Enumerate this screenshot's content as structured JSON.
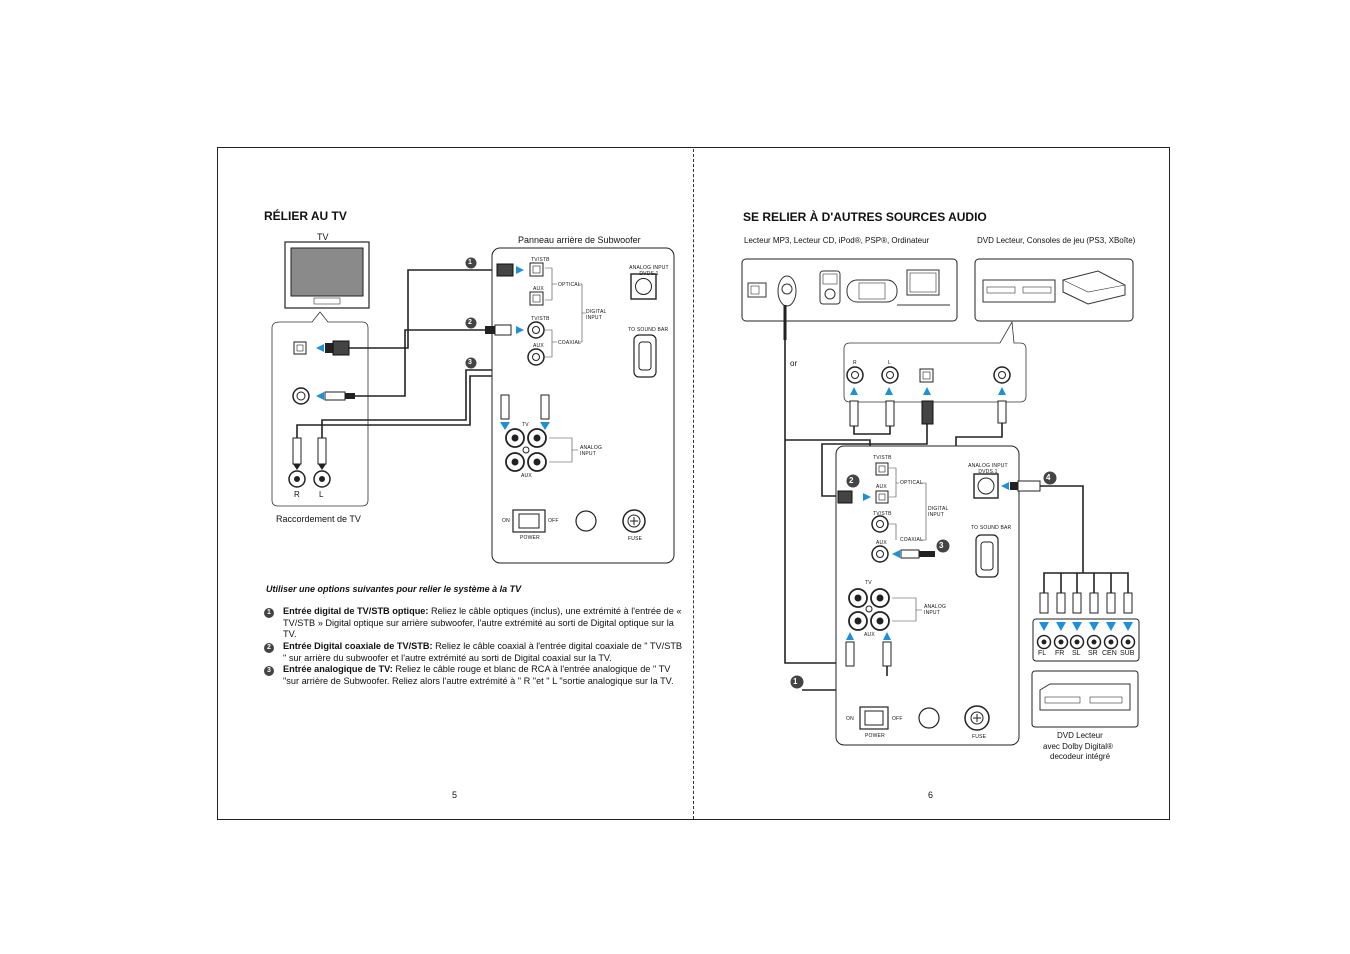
{
  "left": {
    "title": "RÉLIER AU TV",
    "tv_label": "TV",
    "sub_panel_label": "Panneau arrière de Subwoofer",
    "tv_conn_caption": "Raccordement de TV",
    "r_label": "R",
    "l_label": "L",
    "badges": [
      "1",
      "2",
      "3"
    ],
    "panel": {
      "tvstb": "TV/STB",
      "aux": "AUX",
      "optical": "OPTICAL",
      "coaxial": "COAXIAL",
      "digital_input": "DIGITAL INPUT",
      "analog_input_dvds": "ANALOG INPUT DVDS.1",
      "to_sound_bar": "TO SOUND BAR",
      "tv": "TV",
      "analog_input": "ANALOG INPUT",
      "on": "ON",
      "off": "OFF",
      "power": "POWER",
      "fuse": "FUSE"
    },
    "intro": "Utiliser une options suivantes pour relier le système à la TV",
    "items": [
      {
        "num": "1",
        "bold": "Entrée digital de TV/STB optique:",
        "text": " Reliez le câble optiques (inclus), une extrémité à l'entrée de « TV/STB » Digital optique sur arrière subwoofer, l'autre extrémité au sorti de Digital optique sur la TV."
      },
      {
        "num": "2",
        "bold": "Entrée Digital coaxiale de TV/STB:",
        "text": " Reliez le câble coaxial à l'entrée digital coaxiale de \" TV/STB \" sur arrière du subwoofer et l'autre extrémité au sorti de Digital coaxial sur la TV."
      },
      {
        "num": "3",
        "bold": "Entrée analogique de TV:",
        "text": " Reliez le câble rouge et blanc de RCA à l'entrée analogique de \" TV \"sur arrière de Subwoofer. Reliez alors l'autre extrémité à \" R \"et \" L \"sortie analogique sur la TV."
      }
    ],
    "page_number": "5"
  },
  "right": {
    "title": "SE RELIER À D'AUTRES SOURCES AUDIO",
    "sources_left": "Lecteur MP3, Lecteur CD, iPod®, PSP®, Ordinateur",
    "sources_right": "DVD Lecteur, Consoles de jeu (PS3, XBoîte)",
    "or_label": "or",
    "r_label": "R",
    "l_label": "L",
    "badges": [
      "1",
      "2",
      "3",
      "4"
    ],
    "channels": [
      "FL",
      "FR",
      "SL",
      "SR",
      "CEN",
      "SUB"
    ],
    "dvd_caption": [
      "DVD Lecteur",
      "avec Dolby Digital®",
      "decodeur intégré"
    ],
    "panel": {
      "tvstb": "TV/STB",
      "aux": "AUX",
      "optical": "OPTICAL",
      "coaxial": "COAXIAL",
      "digital_input": "DIGITAL INPUT",
      "analog_input_dvds": "ANALOG INPUT DVDS.1",
      "to_sound_bar": "TO SOUND BAR",
      "tv": "TV",
      "aux2": "AUX",
      "analog_input": "ANALOG INPUT",
      "on": "ON",
      "off": "OFF",
      "power": "POWER",
      "fuse": "FUSE"
    },
    "page_number": "6"
  },
  "colors": {
    "arrow_blue": "#1f8fd6",
    "line": "#222222",
    "screen_gray": "#8a8a8a"
  }
}
